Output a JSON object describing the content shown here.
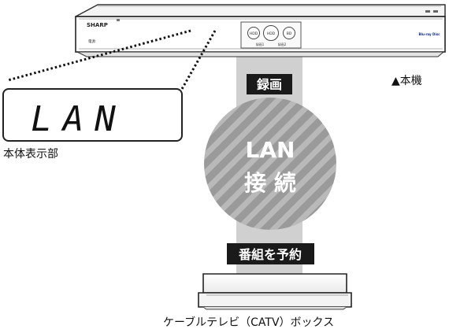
{
  "recorder": {
    "brand": "SHARP",
    "button_left": "HDD",
    "button_center": "HDD",
    "button_right": "BD",
    "sub_label_left": "録画1",
    "sub_label_right": "録画2",
    "power_label": "電源",
    "side_logo": "Blu-ray Disc",
    "caption": "▲本機"
  },
  "front_display": {
    "text": "LAN",
    "caption": "本体表示部"
  },
  "connection": {
    "top_label": "録画",
    "circle_line1": "LAN",
    "circle_line2": "接 続",
    "bottom_label": "番組を予約"
  },
  "cable_box": {
    "caption": "ケーブルテレビ（CATV）ボックス"
  }
}
